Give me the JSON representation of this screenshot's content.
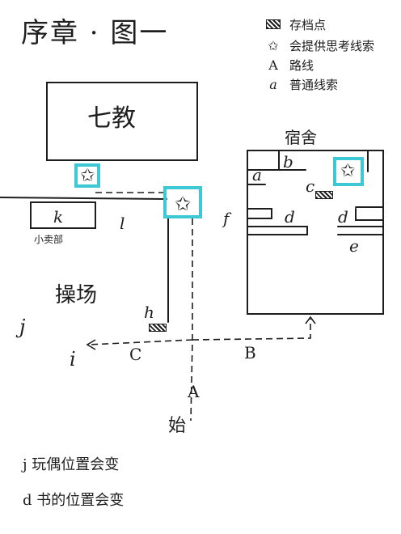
{
  "title": "序章 · 图一",
  "legend": [
    {
      "icon": "save-point-hatch-icon",
      "symbol": "",
      "label": "存档点"
    },
    {
      "icon": "star-icon",
      "symbol": "✩",
      "label": "会提供思考线索"
    },
    {
      "icon": "capital-letter-icon",
      "symbol": "A",
      "label": "路线"
    },
    {
      "icon": "lowercase-letter-icon",
      "symbol": "a",
      "label": "普通线索"
    }
  ],
  "buildings": {
    "teaching": "七教",
    "dorm": "宿舍",
    "shop": "小卖部",
    "playground": "操场",
    "start": "始"
  },
  "labels": {
    "a": "a",
    "b": "b",
    "c_dorm": "c",
    "d1": "d",
    "d2": "d",
    "e": "e",
    "f": "f",
    "h": "h",
    "i": "i",
    "j": "j",
    "k": "k",
    "l": "l",
    "route_A": "A",
    "route_B": "B",
    "route_C": "C"
  },
  "notes": [
    "j 玩偶位置会变",
    "d 书的位置会变"
  ],
  "colors": {
    "highlight": "#3cc8d4",
    "ink": "#1e1e1e"
  }
}
